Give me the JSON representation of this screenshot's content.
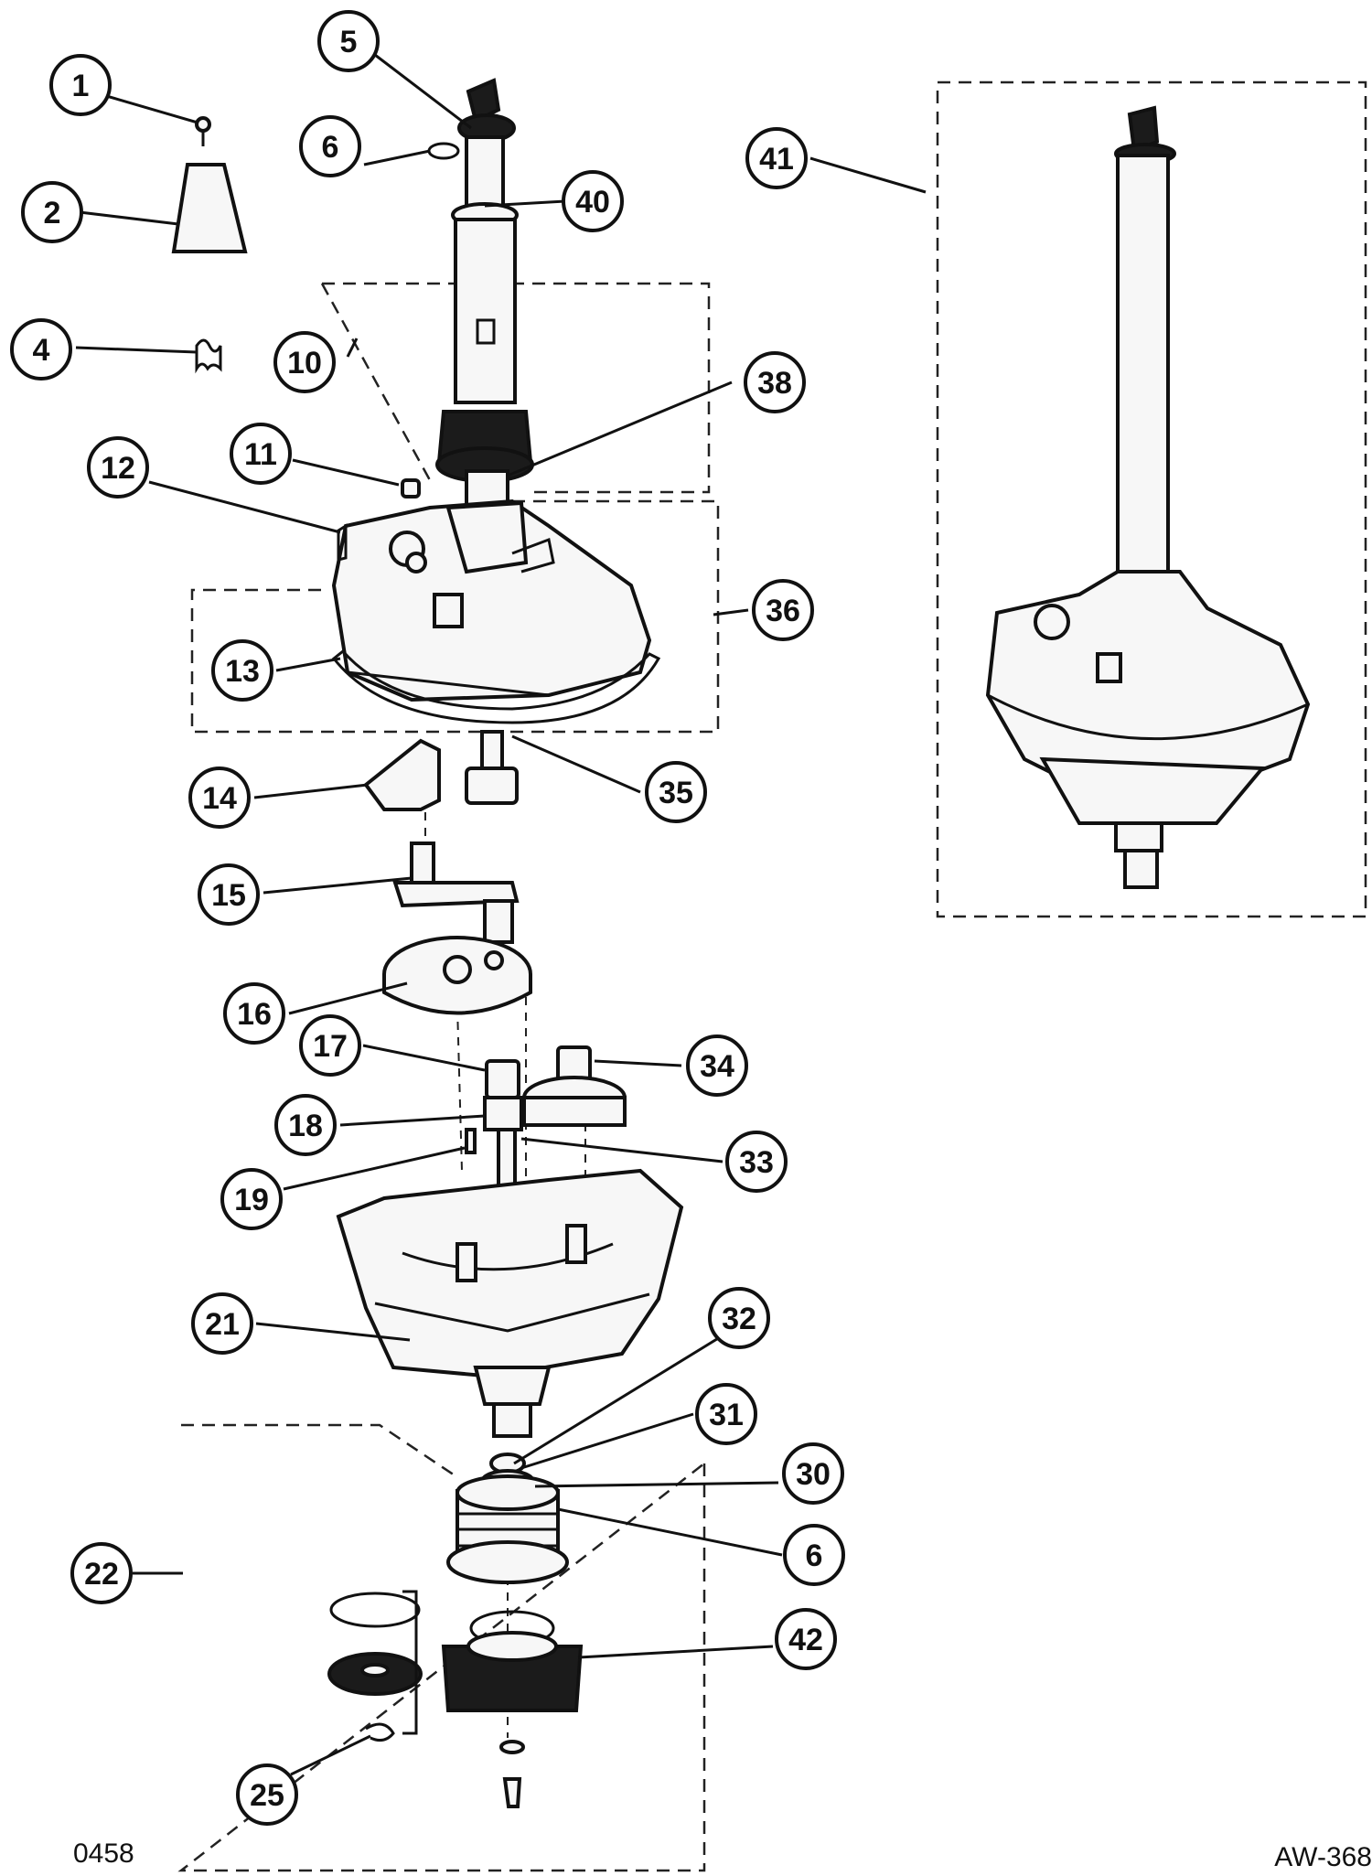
{
  "diagram_code": "0458",
  "diagram_ref": "AW-368",
  "callouts": [
    "1",
    "2",
    "4",
    "5",
    "6",
    "40",
    "41",
    "10",
    "38",
    "11",
    "12",
    "36",
    "13",
    "14",
    "35",
    "15",
    "16",
    "17",
    "34",
    "18",
    "33",
    "19",
    "21",
    "32",
    "31",
    "30",
    "6",
    "22",
    "42",
    "25"
  ]
}
